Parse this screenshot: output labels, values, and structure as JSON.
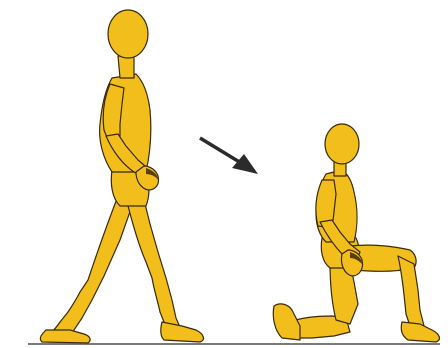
{
  "diagram": {
    "figures": [
      {
        "id": "standing",
        "pose": "walking-upright"
      },
      {
        "id": "kneeling",
        "pose": "kneeling-on-one-knee"
      }
    ],
    "transition": {
      "from": "standing",
      "to": "kneeling",
      "icon": "arrow-right-down-icon"
    },
    "colors": {
      "figure_fill": "#F2BE1C",
      "figure_outline": "#3a2a05",
      "arrow": "#2b2b2b",
      "ground": "#7a7a7a",
      "background": "#ffffff"
    }
  }
}
